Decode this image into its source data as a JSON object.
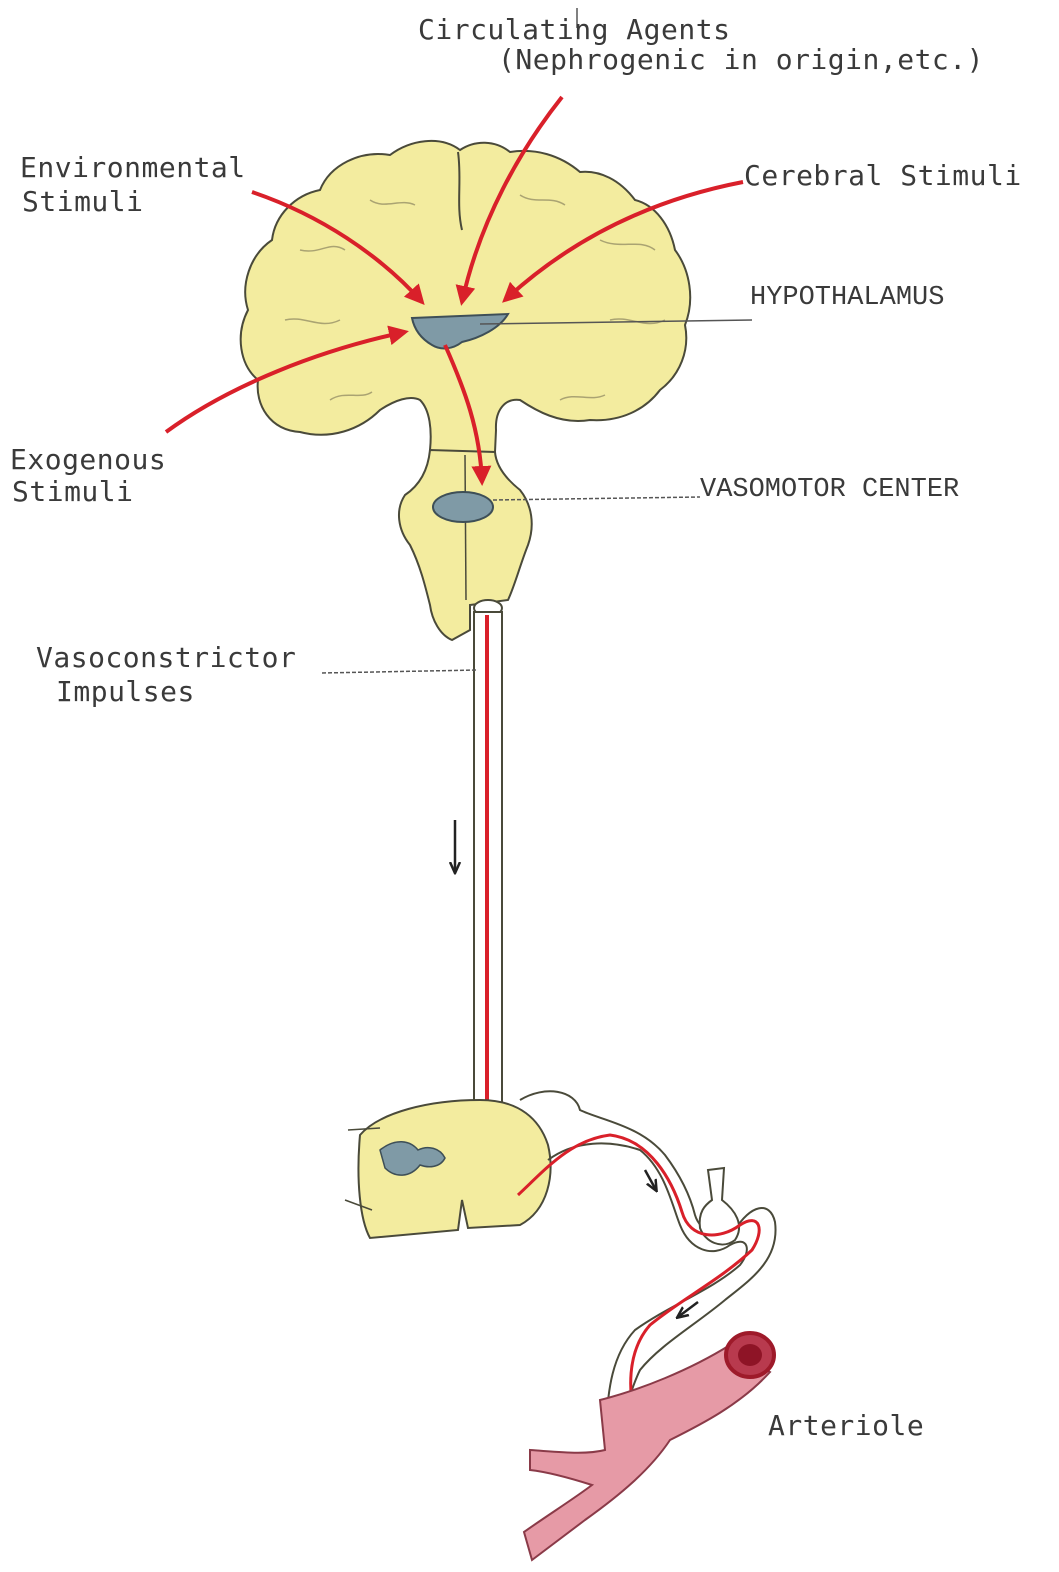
{
  "labels": {
    "circulating_line1": "Circulating Agents",
    "circulating_line2": "(Nephrogenic in origin,etc.)",
    "environmental_line1": "Environmental",
    "environmental_line2": "Stimuli",
    "cerebral": "Cerebral Stimuli",
    "hypothalamus": "HYPOTHALAMUS",
    "exogenous_line1": "Exogenous",
    "exogenous_line2": "Stimuli",
    "vasomotor": "VASOMOTOR CENTER",
    "vasoconstrictor_line1": "Vasoconstrictor",
    "vasoconstrictor_line2": "Impulses",
    "arteriole": "Arteriole"
  },
  "colors": {
    "brain_fill": "#f3ec9f",
    "brain_stroke": "#4a4a3a",
    "center_fill": "#7f9aa6",
    "arrow_red": "#d9202a",
    "artery_fill": "#e69aa6",
    "artery_dark": "#9e1a2a",
    "leader_line": "#555555",
    "text": "#3a3a3a"
  }
}
